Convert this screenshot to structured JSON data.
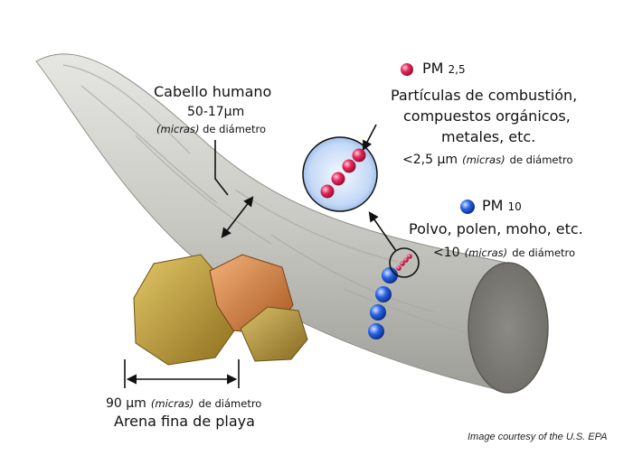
{
  "hair": {
    "title": "Cabello humano",
    "size": "50-17μm",
    "unit_italic": "(micras)",
    "suffix": "de diámetro"
  },
  "pm25": {
    "label": "PM",
    "label_sub": "2,5",
    "line1": "Partículas de combustión,",
    "line2": "compuestos orgánicos,",
    "line3": "metales, etc.",
    "size_prefix": "<2,5 µm",
    "unit_italic": "(micras)",
    "suffix": "de diámetro"
  },
  "pm10": {
    "label": "PM",
    "label_sub": "10",
    "description": "Polvo, polen, moho, etc.",
    "size_prefix": "<10",
    "unit_italic": "(micras)",
    "suffix": "de diámetro"
  },
  "sand": {
    "size_prefix": "90 µm",
    "unit_italic": "(micras)",
    "suffix": "de diámetro",
    "title": "Arena fina de playa"
  },
  "credit": "Image courtesy of the U.S. EPA",
  "colors": {
    "pm25": "#e8285a",
    "pm10": "#2a64e6",
    "hair": "#c7c7c2",
    "sand": "#c9a13a"
  }
}
